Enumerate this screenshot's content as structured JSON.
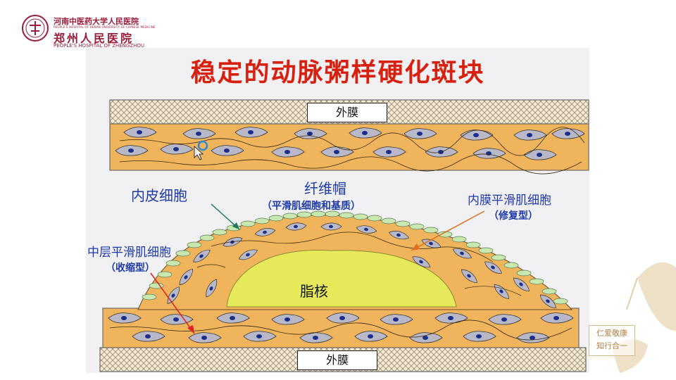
{
  "hospital": {
    "name_cn_top": "河南中医药大学人民医院",
    "name_en_top": "PEOPLE'S HOSPITAL OF HENAN UNIVERSITY OF CHINESE MEDICINE",
    "name_cn_main": "郑州人民医院",
    "name_en_main": "PEOPLE'S HOSPITAL OF ZHENGZHOU"
  },
  "slide": {
    "title": "稳定的动脉粥样硬化斑块"
  },
  "diagram": {
    "adventitia_top": "外膜",
    "adventitia_bottom": "外膜",
    "endothelial_cells": "内皮细胞",
    "fibrous_cap": "纤维帽",
    "fibrous_cap_sub": "（平滑肌细胞和基质）",
    "intimal_smc": "内膜平滑肌细胞",
    "intimal_smc_sub": "（修复型）",
    "medial_smc": "中层平滑肌细胞",
    "medial_smc_sub": "（收缩型）",
    "lipid_core": "脂核"
  },
  "motto": {
    "line1": "仁爱敬康",
    "line2": "知行合一"
  },
  "colors": {
    "title": "#d8200f",
    "label": "#1e3aa8",
    "tissue": "#f0b45c",
    "cell": "#b8b8c8",
    "nucleus": "#1a2e8a",
    "lipid": "#e6ea5a",
    "endothelium": "#c8e8b0"
  }
}
